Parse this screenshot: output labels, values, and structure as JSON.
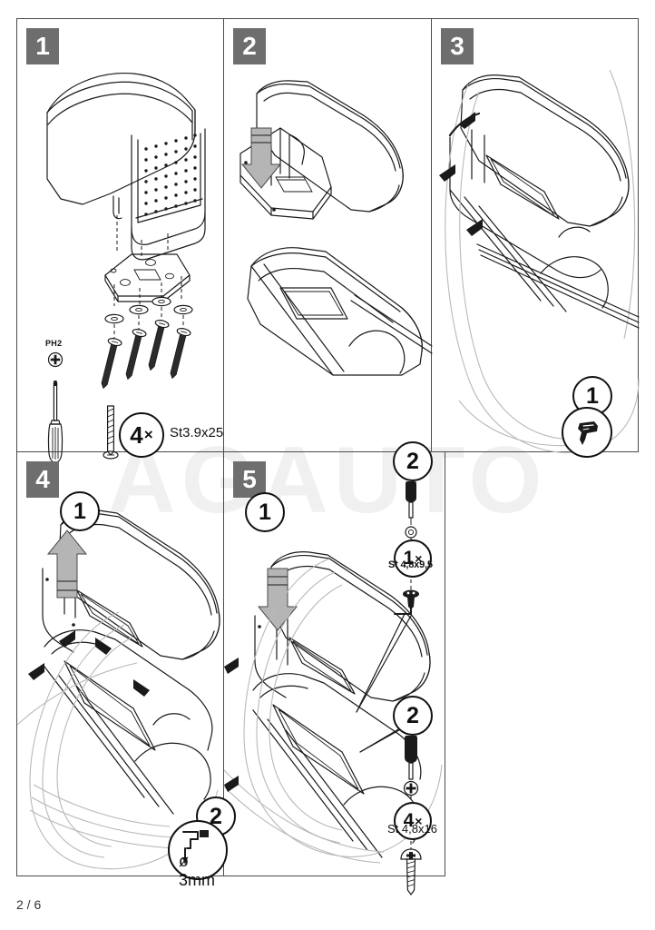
{
  "document": {
    "type": "armrest-installation-instructions",
    "watermark": "AGAUTO",
    "footer": "2 / 6"
  },
  "steps": [
    {
      "number": "1"
    },
    {
      "number": "2"
    },
    {
      "number": "3"
    },
    {
      "number": "4"
    },
    {
      "number": "5"
    }
  ],
  "panel1": {
    "step": "1",
    "tool_label": "PH2",
    "quantity": "4",
    "quantity_suffix": "×",
    "screw_spec": "St3.9x25"
  },
  "panel2": {
    "step": "2"
  },
  "panel3": {
    "step": "3",
    "callout_number": "1"
  },
  "panel4": {
    "step": "4",
    "callout_number_top": "1",
    "callout_number_bottom": "2",
    "drill_spec": "ø 3mm"
  },
  "panel5": {
    "step": "5",
    "callout_number_main": "1",
    "hardware_top": {
      "callout_number": "2",
      "quantity": "1",
      "quantity_suffix": "×",
      "screw_spec": "St 4,8x9,5"
    },
    "hardware_bottom": {
      "callout_number": "2",
      "quantity": "4",
      "quantity_suffix": "×",
      "screw_spec": "St 4,8x16"
    }
  },
  "colors": {
    "step_badge_bg": "#6e6e6e",
    "line": "#1a1a1a",
    "arrow_fill": "#b5b5b5",
    "watermark": "#f0f0f0",
    "panel_border": "#4a4a4a"
  }
}
